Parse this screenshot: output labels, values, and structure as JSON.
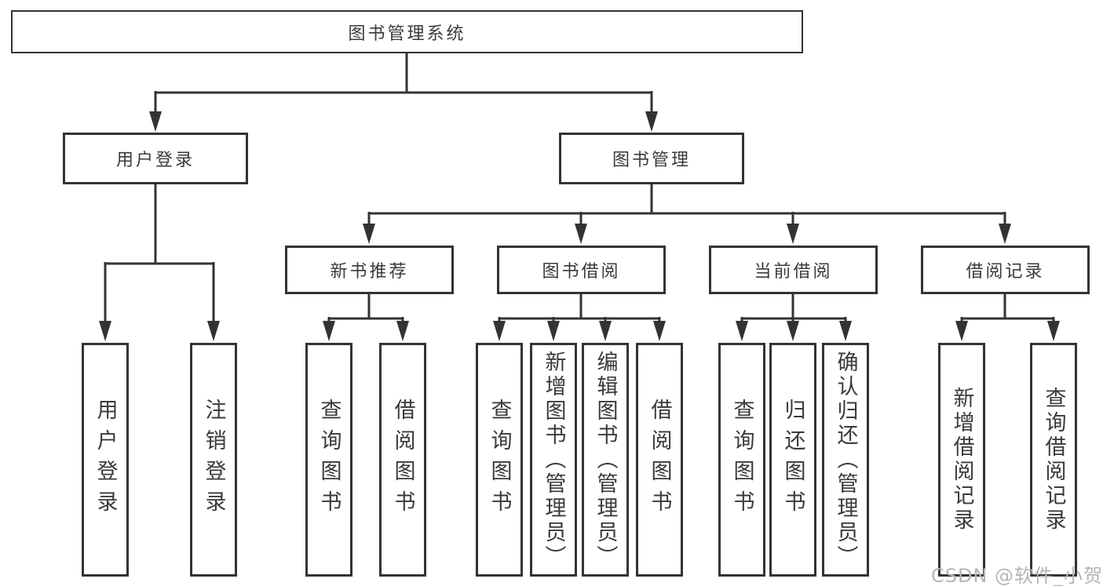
{
  "diagram": {
    "title": "图书管理系统",
    "type": "hierarchy-tree",
    "nodes": {
      "root": "图书管理系统",
      "user_login": "用户登录",
      "book_management": "图书管理",
      "new_book_recommend": "新书推荐",
      "book_borrow": "图书借阅",
      "current_borrow": "当前借阅",
      "borrow_record": "借阅记录"
    },
    "leaves": {
      "login": "用户登录",
      "logout": "注销登录",
      "recommend_query_book": "查询图书",
      "recommend_borrow_book": "借阅图书",
      "borrow_query_book": "查询图书",
      "borrow_add_book_admin": "新增图书（管理员）",
      "borrow_edit_book_admin": "编辑图书（管理员）",
      "borrow_borrow_book": "借阅图书",
      "current_query_book": "查询图书",
      "current_return_book": "归还图书",
      "current_confirm_return_admin": "确认归还（管理员）",
      "record_add_borrow_record": "新增借阅记录",
      "record_query_borrow_record": "查询借阅记录"
    },
    "edges": [
      [
        "图书管理系统",
        "用户登录"
      ],
      [
        "图书管理系统",
        "图书管理"
      ],
      [
        "用户登录",
        "用户登录"
      ],
      [
        "用户登录",
        "注销登录"
      ],
      [
        "图书管理",
        "新书推荐"
      ],
      [
        "图书管理",
        "图书借阅"
      ],
      [
        "图书管理",
        "当前借阅"
      ],
      [
        "图书管理",
        "借阅记录"
      ],
      [
        "新书推荐",
        "查询图书"
      ],
      [
        "新书推荐",
        "借阅图书"
      ],
      [
        "图书借阅",
        "查询图书"
      ],
      [
        "图书借阅",
        "新增图书（管理员）"
      ],
      [
        "图书借阅",
        "编辑图书（管理员）"
      ],
      [
        "图书借阅",
        "借阅图书"
      ],
      [
        "当前借阅",
        "查询图书"
      ],
      [
        "当前借阅",
        "归还图书"
      ],
      [
        "当前借阅",
        "确认归还（管理员）"
      ],
      [
        "借阅记录",
        "新增借阅记录"
      ],
      [
        "借阅记录",
        "查询借阅记录"
      ]
    ],
    "colors": {
      "line": "#333333",
      "text": "#3a3a3a",
      "box_background": "#ffffff",
      "watermark": "#b5b5b5"
    }
  },
  "watermark": "CSDN @软件_小贺同学"
}
